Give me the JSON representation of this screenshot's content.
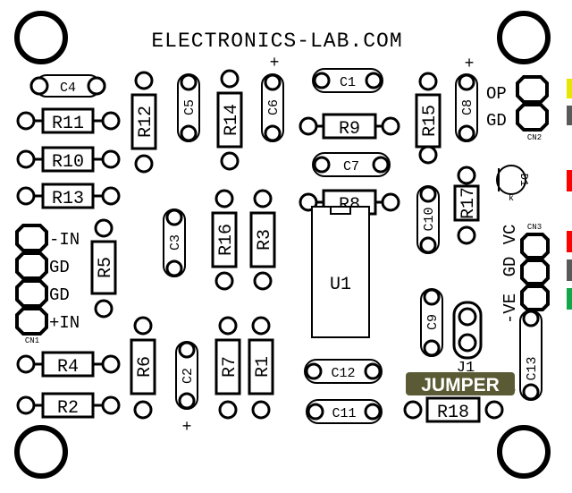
{
  "title": "ELECTRONICS-LAB.COM",
  "plus_sign": "+",
  "jumper_label": "JUMPER",
  "colors": {
    "silkscreen": "#000000",
    "jumper_bg": "#5a5a34",
    "jumper_text": "#ffffff",
    "yellow_wire": "#e6e600",
    "gray_wire": "#5a5a5a",
    "red_wire": "#ff0000",
    "green_wire": "#11a84a"
  },
  "components": {
    "R11": "R11",
    "R10": "R10",
    "R13": "R13",
    "R12": "R12",
    "R14": "R14",
    "R9": "R9",
    "R15": "R15",
    "R8": "R8",
    "R17": "R17",
    "R16": "R16",
    "R3": "R3",
    "R5": "R5",
    "R4": "R4",
    "R2": "R2",
    "R6": "R6",
    "R7": "R7",
    "R1": "R1",
    "R18": "R18",
    "C4": "C4",
    "C5": "C5",
    "C6": "C6",
    "C1": "C1",
    "C8": "C8",
    "C7": "C7",
    "C10": "C10",
    "C3": "C3",
    "C9": "C9",
    "C2": "C2",
    "C12": "C12",
    "C11": "C11",
    "C13": "C13",
    "U1": "U1",
    "J1": "J1",
    "D1": "D1"
  },
  "connectors": {
    "CN1": {
      "name": "CN1",
      "pins": [
        "-IN",
        "GD",
        "GD",
        "+IN"
      ]
    },
    "CN2": {
      "name": "CN2",
      "pins": [
        "OP",
        "GD"
      ]
    },
    "CN3": {
      "name": "CN3",
      "pins": [
        "VC",
        "GD",
        "-VE"
      ]
    }
  }
}
